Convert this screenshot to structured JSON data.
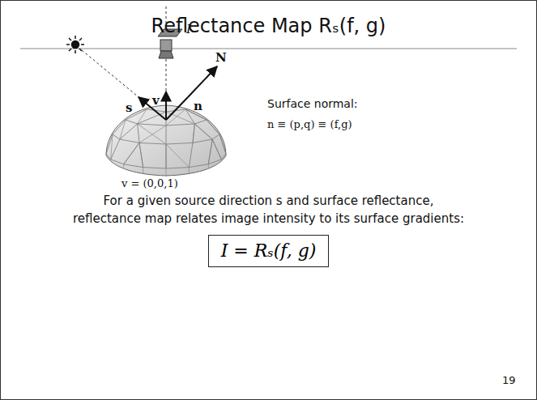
{
  "diagram": {
    "title": "Reflectance Map Rₛ(f, g)",
    "nodes": [
      {
        "text": [
          "I = Rₛ(f, g)"
        ]
      }
    ],
    "labels": [
      "I",
      "s",
      "v",
      "n",
      "N",
      "v = (0,0,1)",
      "Surface normal:",
      "n ≡ (p,q) ≡ (f,g)",
      "For a given source direction s and surface reflectance, reflectance map relates image intensity to its surface gradients:",
      "19"
    ]
  }
}
